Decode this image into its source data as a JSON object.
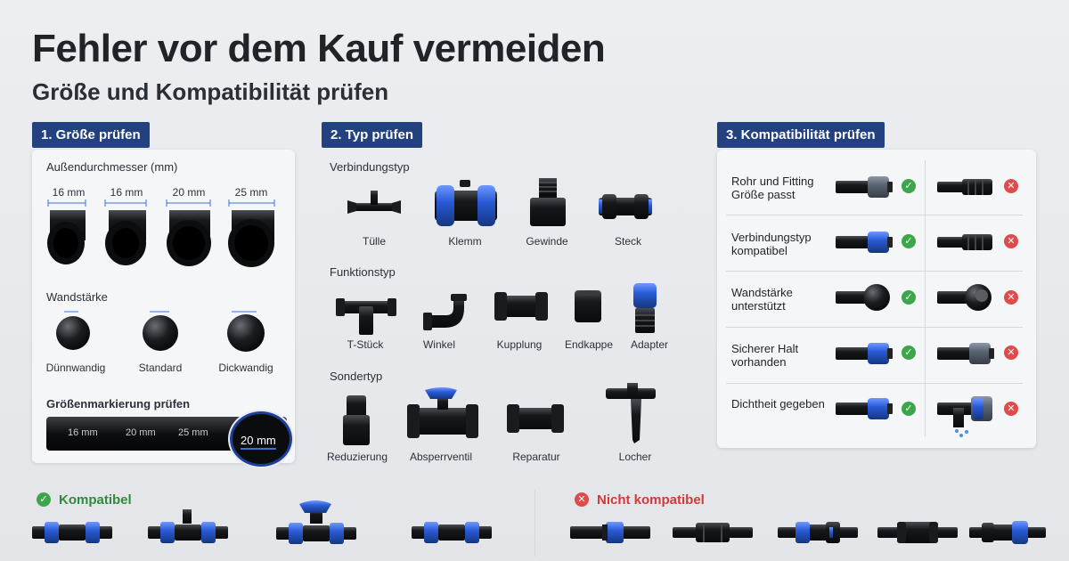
{
  "header": {
    "title": "Fehler vor dem Kauf vermeiden",
    "subtitle": "Größe und Kompatibilität prüfen"
  },
  "section1": {
    "badge": "1. Größe prüfen",
    "outer_label": "Außendurchmesser (mm)",
    "sizes": [
      "16 mm",
      "16 mm",
      "20 mm",
      "25 mm"
    ],
    "wall_label": "Wandstärke",
    "walls": [
      "Dünnwandig",
      "Standard",
      "Dickwandig"
    ],
    "marking_label": "Größenmarkierung prüfen",
    "marks": [
      "16 mm",
      "20 mm",
      "25 mm"
    ],
    "zoom_mark": "20 mm"
  },
  "section2": {
    "badge": "2. Typ prüfen",
    "conn_label": "Verbindungstyp",
    "conn": [
      "Tülle",
      "Klemm",
      "Gewinde",
      "Steck"
    ],
    "func_label": "Funktionstyp",
    "func": [
      "T-Stück",
      "Winkel",
      "Kupplung",
      "Endkappe",
      "Adapter"
    ],
    "special_label": "Sondertyp",
    "special": [
      "Reduzierung",
      "Absperrventil",
      "Reparatur",
      "Locher"
    ]
  },
  "section3": {
    "badge": "3. Kompatibilität prüfen",
    "rows": [
      {
        "label": "Rohr und Fitting Größe passt"
      },
      {
        "label": "Verbindungstyp kompatibel"
      },
      {
        "label": "Wandstärke unterstützt"
      },
      {
        "label": "Sicherer Halt vorhanden"
      },
      {
        "label": "Dichtheit gegeben"
      }
    ]
  },
  "footer": {
    "ok_label": "Kompatibel",
    "bad_label": "Nicht kompatibel"
  },
  "icons": {
    "check": "✓",
    "cross": "✕"
  },
  "colors": {
    "badge": "#23417f",
    "blue": "#2f62d6",
    "ok": "#3ca64a",
    "bad": "#e04a4a"
  }
}
